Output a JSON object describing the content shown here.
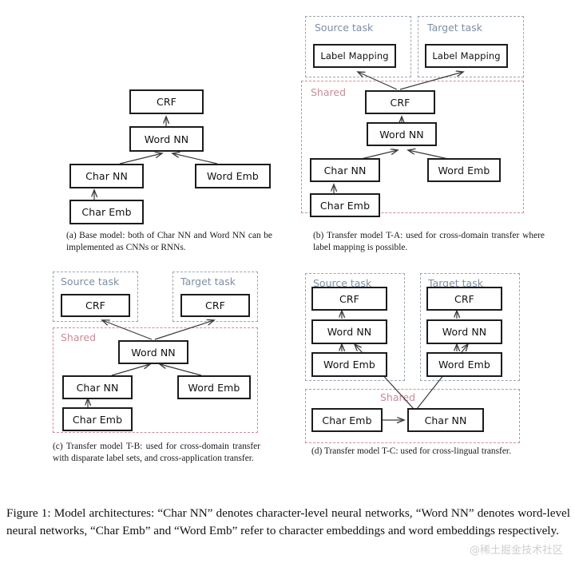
{
  "figure": {
    "caption": "Figure 1: Model architectures: “Char NN” denotes character-level neural networks, “Word NN” denotes word-level neural networks, “Char Emb” and “Word Emb” refer to character embeddings and word embeddings respectively.",
    "watermark": "@稀土掘金技术社区",
    "colors": {
      "node_border": "#1c1c1c",
      "task_region_border": "#9aa6b2",
      "task_region_label": "#7d8fa3",
      "shared_region_border": "#d18b97",
      "shared_region_label": "#c98c99",
      "arrow": "#3a3a3a",
      "background": "#ffffff"
    }
  },
  "panels": [
    {
      "id": "a",
      "caption": "(a) Base model: both of Char NN and Word NN can be implemented as CNNs or RNNs.",
      "regions": [],
      "nodes": [
        {
          "name": "crf",
          "label": "CRF"
        },
        {
          "name": "word-nn",
          "label": "Word NN"
        },
        {
          "name": "char-nn",
          "label": "Char NN"
        },
        {
          "name": "word-emb",
          "label": "Word Emb"
        },
        {
          "name": "char-emb",
          "label": "Char Emb"
        }
      ],
      "edges": [
        {
          "from": "word-nn",
          "to": "crf"
        },
        {
          "from": "char-nn",
          "to": "word-nn"
        },
        {
          "from": "word-emb",
          "to": "word-nn"
        },
        {
          "from": "char-emb",
          "to": "char-nn"
        }
      ]
    },
    {
      "id": "b",
      "caption": "(b) Transfer model T-A: used for cross-domain transfer where label mapping is possible.",
      "regions": [
        {
          "name": "source-task",
          "label": "Source task",
          "kind": "task"
        },
        {
          "name": "target-task",
          "label": "Target task",
          "kind": "task"
        },
        {
          "name": "shared",
          "label": "Shared",
          "kind": "shared"
        }
      ],
      "nodes": [
        {
          "name": "label-mapping-source",
          "label": "Label Mapping"
        },
        {
          "name": "label-mapping-target",
          "label": "Label Mapping"
        },
        {
          "name": "crf",
          "label": "CRF"
        },
        {
          "name": "word-nn",
          "label": "Word NN"
        },
        {
          "name": "char-nn",
          "label": "Char NN"
        },
        {
          "name": "word-emb",
          "label": "Word Emb"
        },
        {
          "name": "char-emb",
          "label": "Char Emb"
        }
      ],
      "edges": [
        {
          "from": "crf",
          "to": "label-mapping-source"
        },
        {
          "from": "crf",
          "to": "label-mapping-target"
        },
        {
          "from": "word-nn",
          "to": "crf"
        },
        {
          "from": "char-nn",
          "to": "word-nn"
        },
        {
          "from": "word-emb",
          "to": "word-nn"
        },
        {
          "from": "char-emb",
          "to": "char-nn"
        }
      ]
    },
    {
      "id": "c",
      "caption": "(c) Transfer model T-B: used for cross-domain transfer with disparate label sets, and cross-application transfer.",
      "regions": [
        {
          "name": "source-task",
          "label": "Source task",
          "kind": "task"
        },
        {
          "name": "target-task",
          "label": "Target task",
          "kind": "task"
        },
        {
          "name": "shared",
          "label": "Shared",
          "kind": "shared"
        }
      ],
      "nodes": [
        {
          "name": "crf-source",
          "label": "CRF"
        },
        {
          "name": "crf-target",
          "label": "CRF"
        },
        {
          "name": "word-nn",
          "label": "Word NN"
        },
        {
          "name": "char-nn",
          "label": "Char NN"
        },
        {
          "name": "word-emb",
          "label": "Word Emb"
        },
        {
          "name": "char-emb",
          "label": "Char Emb"
        }
      ],
      "edges": [
        {
          "from": "word-nn",
          "to": "crf-source"
        },
        {
          "from": "word-nn",
          "to": "crf-target"
        },
        {
          "from": "char-nn",
          "to": "word-nn"
        },
        {
          "from": "word-emb",
          "to": "word-nn"
        },
        {
          "from": "char-emb",
          "to": "char-nn"
        }
      ]
    },
    {
      "id": "d",
      "caption": "(d) Transfer model T-C: used for cross-lingual transfer.",
      "regions": [
        {
          "name": "source-task",
          "label": "Source task",
          "kind": "task"
        },
        {
          "name": "target-task",
          "label": "Target task",
          "kind": "task"
        },
        {
          "name": "shared",
          "label": "Shared",
          "kind": "shared"
        }
      ],
      "nodes": [
        {
          "name": "crf-source",
          "label": "CRF"
        },
        {
          "name": "word-nn-source",
          "label": "Word NN"
        },
        {
          "name": "word-emb-source",
          "label": "Word Emb"
        },
        {
          "name": "crf-target",
          "label": "CRF"
        },
        {
          "name": "word-nn-target",
          "label": "Word NN"
        },
        {
          "name": "word-emb-target",
          "label": "Word Emb"
        },
        {
          "name": "char-emb",
          "label": "Char Emb"
        },
        {
          "name": "char-nn",
          "label": "Char NN"
        }
      ],
      "edges": [
        {
          "from": "word-nn-source",
          "to": "crf-source"
        },
        {
          "from": "word-emb-source",
          "to": "word-nn-source"
        },
        {
          "from": "word-nn-target",
          "to": "crf-target"
        },
        {
          "from": "word-emb-target",
          "to": "word-nn-target"
        },
        {
          "from": "char-emb",
          "to": "char-nn"
        },
        {
          "from": "char-nn",
          "to": "word-nn-source"
        },
        {
          "from": "char-nn",
          "to": "word-nn-target"
        }
      ]
    }
  ]
}
